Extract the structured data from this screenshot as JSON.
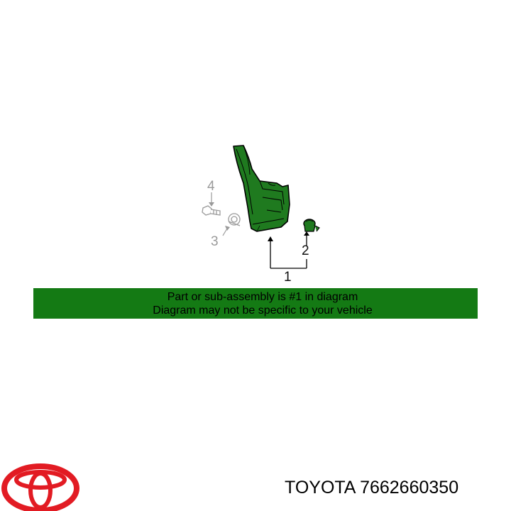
{
  "diagram": {
    "callouts": [
      "4",
      "3",
      "2",
      "1"
    ]
  },
  "banner": {
    "line1": "Part or sub-assembly is #1 in diagram",
    "line2": "Diagram may not be specific to your vehicle"
  },
  "footer": {
    "brand": "TOYOTA",
    "part_number": "7662660350",
    "logo_icon": "toyota-logo-icon"
  },
  "colors": {
    "part_green": "#1f7a1f",
    "banner_green": "#147a14",
    "logo_red": "#e21b23",
    "ghost_grey": "#9a9a9a"
  }
}
